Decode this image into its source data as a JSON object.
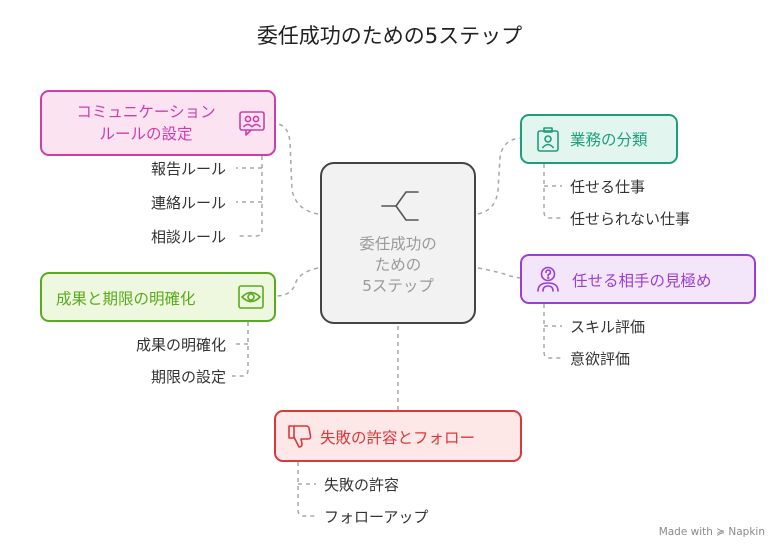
{
  "title": "委任成功のための5ステップ",
  "center": {
    "line1": "委任成功の",
    "line2": "ための",
    "line3": "5ステップ",
    "icon": "split-arrow-icon"
  },
  "nodes": {
    "communication": {
      "line1": "コミュニケーション",
      "line2": "ルールの設定",
      "color": "#cc3fa8",
      "fill": "#fbe3f2",
      "icon": "group-chat-icon",
      "items": [
        "報告ルール",
        "連絡ルール",
        "相談ルール"
      ]
    },
    "business": {
      "label": "業務の分類",
      "color": "#1e9e7a",
      "fill": "#e2f6ef",
      "icon": "badge-icon",
      "items": [
        "任せる仕事",
        "任せられない仕事"
      ]
    },
    "outcome": {
      "label": "成果と期限の明確化",
      "color": "#5aaa1e",
      "fill": "#eef8de",
      "icon": "eye-icon",
      "items": [
        "成果の明確化",
        "期限の設定"
      ]
    },
    "person": {
      "label": "任せる相手の見極め",
      "color": "#9b3fd1",
      "fill": "#f3e6fb",
      "icon": "person-question-icon",
      "items": [
        "スキル評価",
        "意欲評価"
      ]
    },
    "failure": {
      "label": "失敗の許容とフォロー",
      "color": "#d9393c",
      "fill": "#fde7e7",
      "icon": "thumbs-down-icon",
      "items": [
        "失敗の許容",
        "フォローアップ"
      ]
    }
  },
  "watermark": "Made with ≽ Napkin"
}
